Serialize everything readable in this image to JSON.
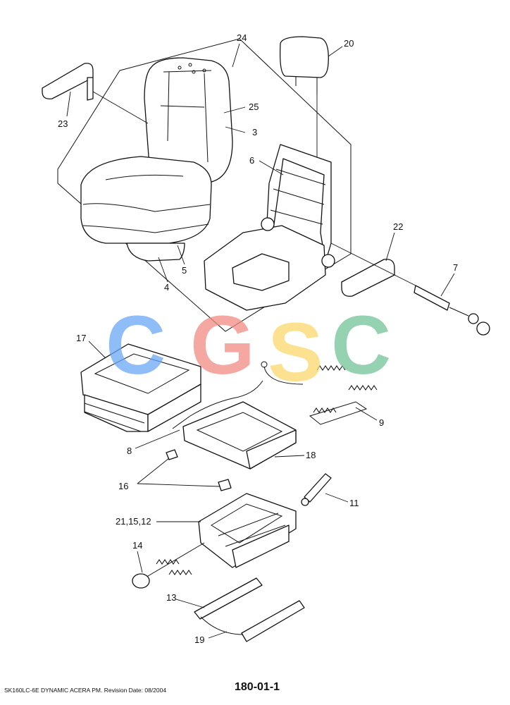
{
  "diagram": {
    "labels": {
      "p24": "24",
      "p20": "20",
      "p23": "23",
      "p25": "25",
      "p3": "3",
      "p6": "6",
      "p22": "22",
      "p5": "5",
      "p4": "4",
      "p7": "7",
      "p17": "17",
      "p9": "9",
      "p8": "8",
      "p18": "18",
      "p16": "16",
      "p11": "11",
      "p21_15_12": "21,15,12",
      "p14": "14",
      "p13": "13",
      "p19": "19"
    },
    "watermark": {
      "letters": [
        "C",
        "G",
        "S",
        "C"
      ],
      "colors": [
        "#6aa7f5",
        "#f28b82",
        "#fcd86b",
        "#72c497"
      ]
    }
  },
  "footer": {
    "model_text": "SK160LC-6E DYNAMIC ACERA PM. Revision Date: 08/2004",
    "page_code": "180-01-1"
  }
}
